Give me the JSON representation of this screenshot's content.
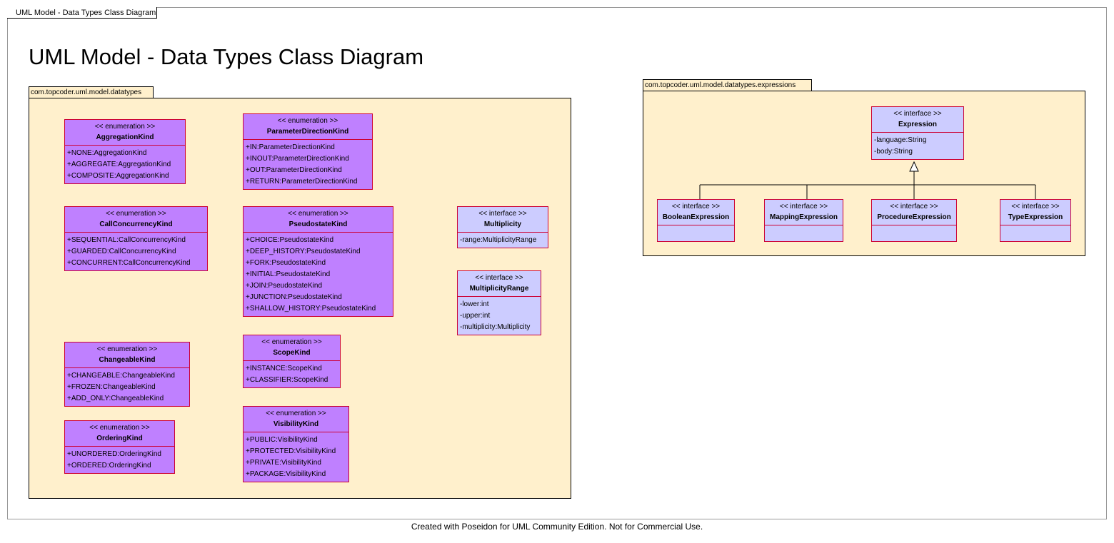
{
  "frame": {
    "tab_label": "UML Model - Data Types Class Diagram"
  },
  "title": "UML Model - Data Types Class Diagram",
  "packages": [
    {
      "name": "com.topcoder.uml.model.datatypes"
    },
    {
      "name": "com.topcoder.uml.model.datatypes.expressions"
    }
  ],
  "classes": {
    "aggregation_kind": {
      "stereotype": "<< enumeration >>",
      "name": "AggregationKind",
      "attributes": [
        "+NONE:AggregationKind",
        "+AGGREGATE:AggregationKind",
        "+COMPOSITE:AggregationKind"
      ]
    },
    "parameter_direction_kind": {
      "stereotype": "<< enumeration >>",
      "name": "ParameterDirectionKind",
      "attributes": [
        "+IN:ParameterDirectionKind",
        "+INOUT:ParameterDirectionKind",
        "+OUT:ParameterDirectionKind",
        "+RETURN:ParameterDirectionKind"
      ]
    },
    "call_concurrency_kind": {
      "stereotype": "<< enumeration >>",
      "name": "CallConcurrencyKind",
      "attributes": [
        "+SEQUENTIAL:CallConcurrencyKind",
        "+GUARDED:CallConcurrencyKind",
        "+CONCURRENT:CallConcurrencyKind"
      ]
    },
    "pseudostate_kind": {
      "stereotype": "<< enumeration >>",
      "name": "PseudostateKind",
      "attributes": [
        "+CHOICE:PseudostateKind",
        "+DEEP_HISTORY:PseudostateKind",
        "+FORK:PseudostateKind",
        "+INITIAL:PseudostateKind",
        "+JOIN:PseudostateKind",
        "+JUNCTION:PseudostateKind",
        "+SHALLOW_HISTORY:PseudostateKind"
      ]
    },
    "multiplicity": {
      "stereotype": "<< interface >>",
      "name": "Multiplicity",
      "attributes": [
        "-range:MultiplicityRange"
      ]
    },
    "multiplicity_range": {
      "stereotype": "<< interface >>",
      "name": "MultiplicityRange",
      "attributes": [
        "-lower:int",
        "-upper:int",
        "-multiplicity:Multiplicity"
      ]
    },
    "changeable_kind": {
      "stereotype": "<< enumeration >>",
      "name": "ChangeableKind",
      "attributes": [
        "+CHANGEABLE:ChangeableKind",
        "+FROZEN:ChangeableKind",
        "+ADD_ONLY:ChangeableKind"
      ]
    },
    "scope_kind": {
      "stereotype": "<< enumeration >>",
      "name": "ScopeKind",
      "attributes": [
        "+INSTANCE:ScopeKind",
        "+CLASSIFIER:ScopeKind"
      ]
    },
    "ordering_kind": {
      "stereotype": "<< enumeration >>",
      "name": "OrderingKind",
      "attributes": [
        "+UNORDERED:OrderingKind",
        "+ORDERED:OrderingKind"
      ]
    },
    "visibility_kind": {
      "stereotype": "<< enumeration >>",
      "name": "VisibilityKind",
      "attributes": [
        "+PUBLIC:VisibilityKind",
        "+PROTECTED:VisibilityKind",
        "+PRIVATE:VisibilityKind",
        "+PACKAGE:VisibilityKind"
      ]
    },
    "expression": {
      "stereotype": "<< interface >>",
      "name": "Expression",
      "attributes": [
        "-language:String",
        "-body:String"
      ]
    },
    "boolean_expression": {
      "stereotype": "<< interface >>",
      "name": "BooleanExpression"
    },
    "mapping_expression": {
      "stereotype": "<< interface >>",
      "name": "MappingExpression"
    },
    "procedure_expression": {
      "stereotype": "<< interface >>",
      "name": "ProcedureExpression"
    },
    "type_expression": {
      "stereotype": "<< interface >>",
      "name": "TypeExpression"
    }
  },
  "colors": {
    "enumeration_fill": "#bf80ff",
    "interface_fill": "#ccccff",
    "class_border": "#cc0033",
    "package_fill": "#fff0cc"
  },
  "footer": "Created with Poseidon for UML Community Edition. Not for Commercial Use."
}
